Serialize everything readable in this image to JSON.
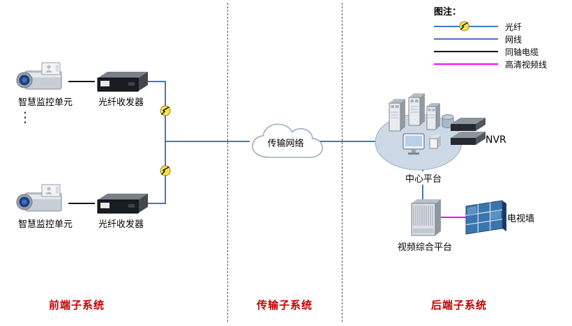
{
  "legend": {
    "title": "图注：",
    "items": [
      {
        "label": "光纤",
        "color": "#4379bd",
        "icon": "lightning-icon"
      },
      {
        "label": "网线",
        "color": "#4379bd"
      },
      {
        "label": "同轴电缆",
        "color": "#151515"
      },
      {
        "label": "高清视频线",
        "color": "#ff00ff"
      }
    ]
  },
  "frontend": {
    "section_label": "前端子系统",
    "camera_top_label": "智慧监控单元",
    "transceiver_top_label": "光纤收发器",
    "ellipsis": "⋮",
    "camera_bottom_label": "智慧监控单元",
    "transceiver_bottom_label": "光纤收发器"
  },
  "transmission": {
    "section_label": "传输子系统",
    "cloud_label": "传输网络"
  },
  "backend": {
    "section_label": "后端子系统",
    "platform_label": "中心平台",
    "nvr_label": "NVR",
    "video_platform_label": "视频综合平台",
    "tv_wall_label": "电视墙"
  },
  "colors": {
    "fiber_network_line": "#4379bd",
    "coax_line": "#151515",
    "hd_video_line": "#ff00ff",
    "section_label_text": "#c00000",
    "lightning_fill": "#ffe14d"
  }
}
